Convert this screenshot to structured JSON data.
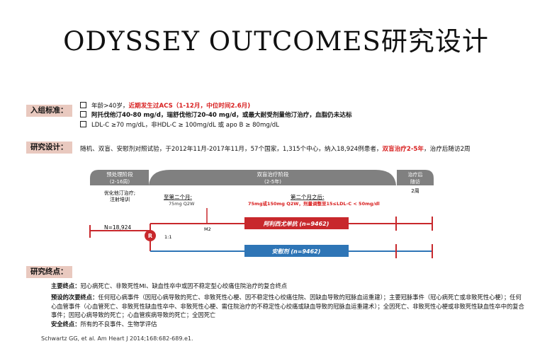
{
  "title": "ODYSSEY OUTCOMES研究设计",
  "inclusion": {
    "label": "入组标准：",
    "items": [
      {
        "pre": "年龄>40岁，",
        "red": "近期发生过ACS（1-12月，中位时间2.6月)"
      },
      {
        "bold": "阿托伐他汀40-80 mg/d，瑞舒伐他汀20-40 mg/d，或最大耐受剂量他汀治疗，血脂仍未达标"
      },
      {
        "text": "LDL-C ≥70 mg/dL，非HDL-C ≥ 100mg/dL 或 apo B ≥ 80mg/dL"
      }
    ]
  },
  "design": {
    "label": "研究设计：",
    "pre": "随机、双盲、安慰剂对照试验，于2012年11月-2017年11月，57个国家，1,315个中心，纳入18,924例患者，",
    "red": "双盲治疗2-5年",
    "post": "，治疗后随访2周"
  },
  "diagram": {
    "phase_pre": {
      "title": "预处理阶段",
      "sub": "(2-16周)",
      "note1": "优化他汀治疗;",
      "note2": "注射培训"
    },
    "phase_main": {
      "title": "双盲治疗阶段",
      "sub": "(2-5年)"
    },
    "phase_post": {
      "title": "治疗后",
      "sub": "随访",
      "note": "2周"
    },
    "month2_label": "至第二个月:",
    "month2_dose": "75mg Q2W",
    "after_label": "第二个月之后:",
    "after_dose": "75mg或150mg Q2W，剂量调整至15≤LDL-C < 50mg/dl",
    "n": "N=18,924",
    "r": "R",
    "ratio": "1:1",
    "m2": "M2",
    "arm1": "阿利西尤单抗 (n=9462)",
    "arm2": "安慰剂 (n=9462)",
    "colors": {
      "arm1": "#c8282c",
      "arm2": "#2e75b6",
      "phase": "#808080"
    }
  },
  "endpoints": {
    "label": "研究终点：",
    "primary_label": "主要终点：",
    "primary": "冠心病死亡、非致死性MI、缺血性卒中或因不稳定型心绞痛住院治疗的复合终点",
    "secondary_label": "预设的次要终点：",
    "secondary": "任何冠心病事件（因冠心病导致的死亡、非致死性心梗、因不稳定性心绞痛住院、因缺血导致的冠脉血运重建）；主要冠脉事件（冠心病死亡或非致死性心梗）；任何心血管事件（心血管死亡、非致死性缺血性卒中、非致死性心梗、需住院治疗的不稳定性心绞痛或缺血导致的冠脉血运重建术）；全因死亡、非致死性心梗或非致死性缺血性卒中的复合事件；因冠心病导致的死亡；心血管疾病导致的死亡；全因死亡",
    "safety_label": "安全终点：",
    "safety": "所有的不良事件、生物学评估"
  },
  "reference": "Schwartz GG, et al. Am Heart J 2014;168:682-689.e1."
}
